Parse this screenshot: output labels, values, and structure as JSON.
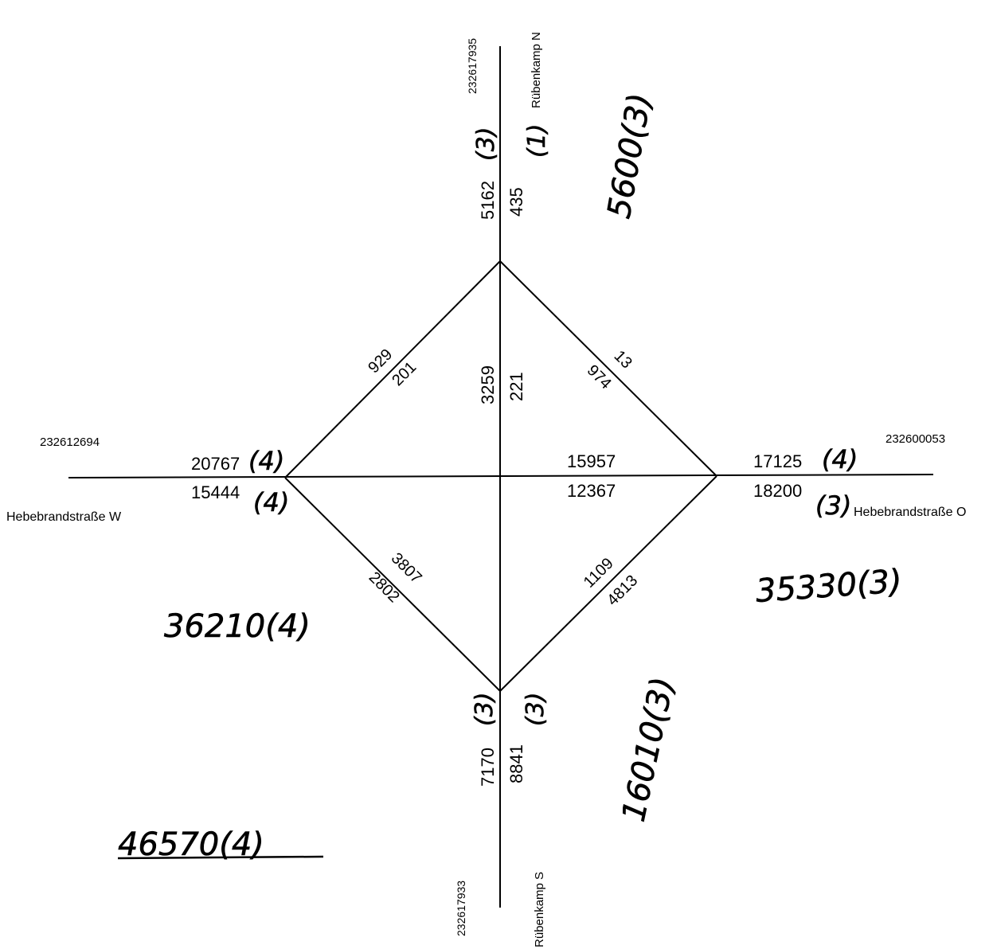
{
  "roads": {
    "north": {
      "name": "Rübenkamp N",
      "id": "232617935",
      "count_in": "5162",
      "lanes_in": "(3)",
      "count_out": "435",
      "lanes_out": "(1)"
    },
    "south": {
      "name": "Rübenkamp S",
      "id": "232617933",
      "count_in": "7170",
      "lanes_in": "(3)",
      "count_out": "8841",
      "lanes_out": "(3)"
    },
    "west": {
      "name": "Hebebrandstraße W",
      "id": "232612694",
      "count_top": "20767",
      "lanes_top": "(4)",
      "count_bottom": "15444",
      "lanes_bottom": "(4)"
    },
    "east": {
      "name": "Hebebrandstraße O",
      "id": "232600053",
      "count_top": "17125",
      "lanes_top": "(4)",
      "count_bottom": "18200",
      "lanes_bottom": "(3)"
    }
  },
  "links": {
    "nw": {
      "a": "929",
      "b": "201"
    },
    "ne": {
      "a": "13",
      "b": "974"
    },
    "sw": {
      "a": "3807",
      "b": "2802"
    },
    "se": {
      "a": "1109",
      "b": "4813"
    },
    "center_v": {
      "a": "3259",
      "b": "221"
    },
    "center_h": {
      "a": "15957",
      "b": "12367"
    }
  },
  "totals": {
    "north": "5600(3)",
    "east": "35330(3)",
    "west": "36210(4)",
    "south": "16010(3)",
    "overall": "46570(4)"
  }
}
